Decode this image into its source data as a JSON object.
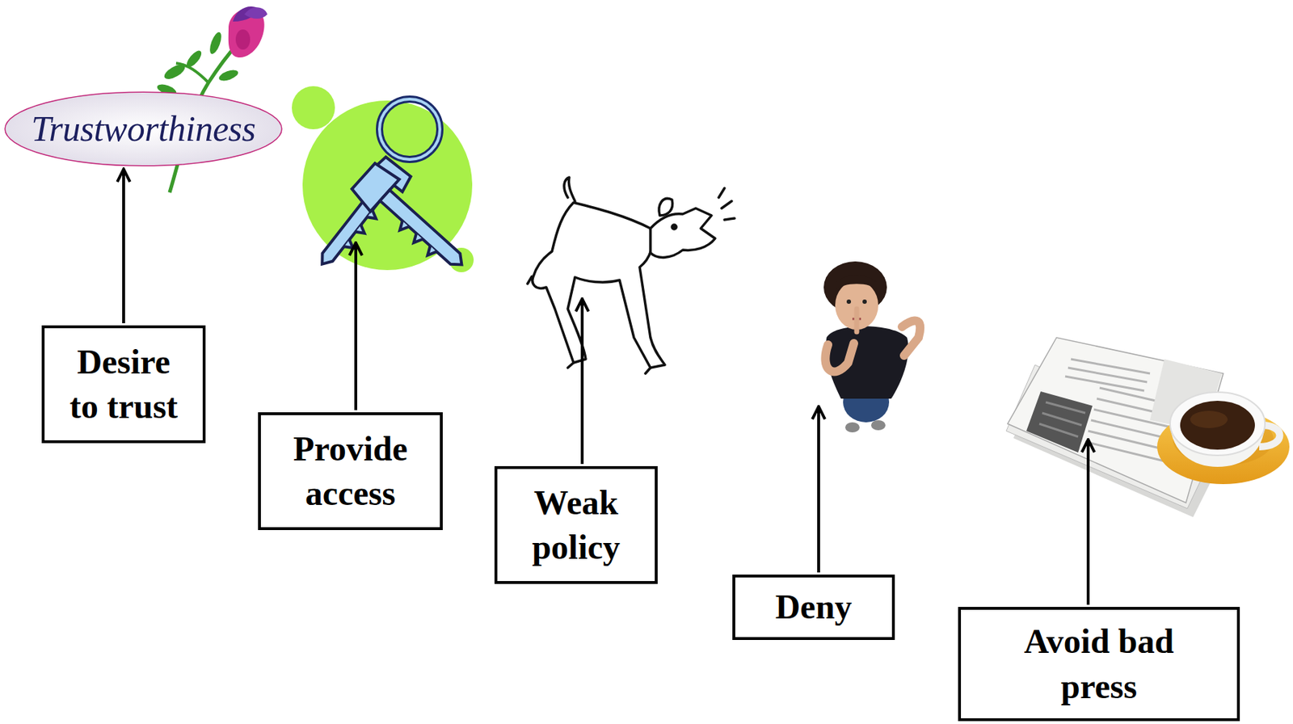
{
  "diagram": {
    "nodes": [
      {
        "text": [
          "Trustworthiness"
        ]
      },
      {
        "text": [
          "Desire to trust"
        ]
      },
      {
        "text": [
          "Provide access"
        ]
      },
      {
        "text": [
          "Weak policy"
        ]
      },
      {
        "text": [
          "Deny"
        ]
      },
      {
        "text": [
          "Avoid bad press"
        ]
      }
    ],
    "edges": [
      {
        "from": 1,
        "to": 0,
        "arrow": "to"
      }
    ]
  }
}
